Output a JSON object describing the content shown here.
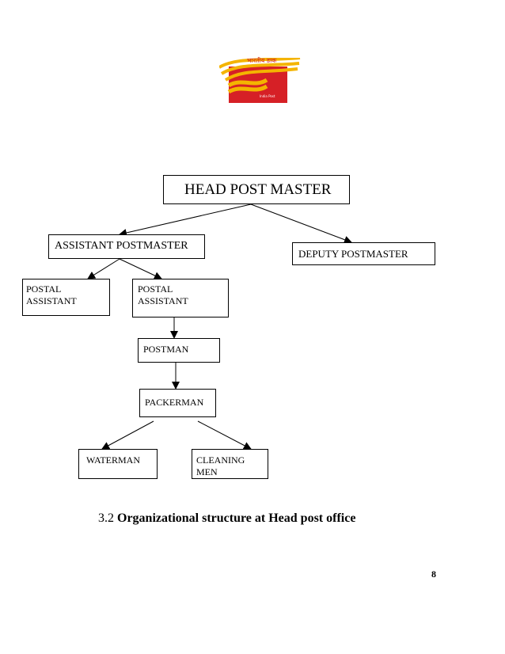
{
  "logo": {
    "hindi_text": "भारतीय डाक",
    "english_text": "India Post",
    "colors": {
      "background": "#d62026",
      "stripes": "#f4b400"
    }
  },
  "org_chart": {
    "nodes": [
      {
        "id": "head",
        "label": "HEAD POST MASTER"
      },
      {
        "id": "assistant",
        "label": "ASSISTANT POSTMASTER"
      },
      {
        "id": "deputy",
        "label": "DEPUTY POSTMASTER"
      },
      {
        "id": "pa1",
        "label": "POSTAL\nASSISTANT"
      },
      {
        "id": "pa2",
        "label": "POSTAL\nASSISTANT"
      },
      {
        "id": "postman",
        "label": "POSTMAN"
      },
      {
        "id": "packerman",
        "label": "PACKERMAN"
      },
      {
        "id": "waterman",
        "label": "WATERMAN"
      },
      {
        "id": "cleaning",
        "label": "CLEANING\nMEN"
      }
    ]
  },
  "caption": {
    "number": "3.2",
    "title": "Organizational structure at Head post office"
  },
  "page_number": "8"
}
